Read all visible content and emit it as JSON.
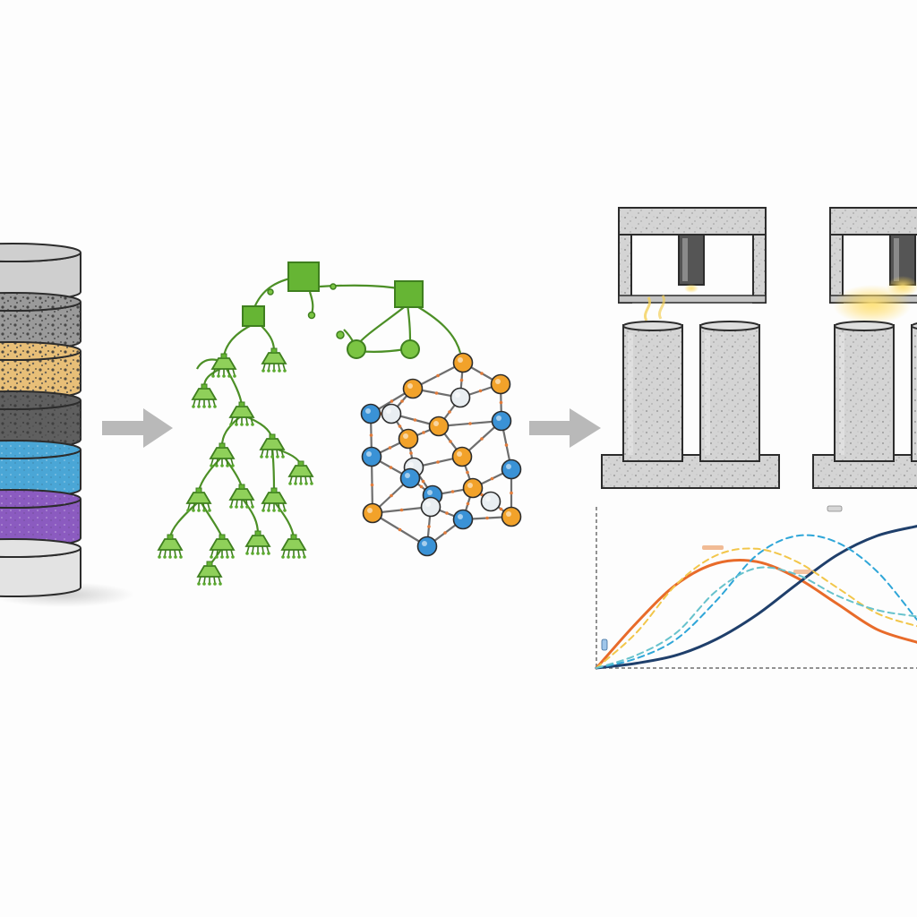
{
  "colors": {
    "background": "#fdfdfd",
    "arrow": "#b9b9b9",
    "outline": "#2c2c2c",
    "tree_green": "#5aa92e",
    "tree_green_dark": "#3f7f1f",
    "node_orange": "#f2a22a",
    "node_blue": "#3a92d6",
    "node_white": "#e9eef2",
    "concrete": "#d2d2d2",
    "glow": "#ffd64d",
    "curve_orange": "#e86b2a",
    "curve_navy": "#1f3f6b",
    "curve_cyan": "#2fa6d8",
    "curve_yellow": "#f2c64a",
    "curve_teal": "#67c2cc"
  },
  "layers": [
    {
      "name": "top-disc",
      "color": "#cfcfcf",
      "texture": "none"
    },
    {
      "name": "gravel-gray",
      "color": "#9a9a9a",
      "texture": "gravel"
    },
    {
      "name": "sand-tan",
      "color": "#e8bf78",
      "texture": "gravel"
    },
    {
      "name": "dark-gray",
      "color": "#5f5f5f",
      "texture": "gravel"
    },
    {
      "name": "blue",
      "color": "#4aa6d6",
      "texture": "speckle"
    },
    {
      "name": "purple",
      "color": "#8b5bc0",
      "texture": "speckle"
    },
    {
      "name": "light-gray",
      "color": "#e3e3e3",
      "texture": "none"
    }
  ],
  "network": {
    "node_kinds": [
      "orange",
      "blue",
      "white"
    ]
  },
  "press_stations": [
    {
      "name": "station-left",
      "glow": false
    },
    {
      "name": "station-right",
      "glow": true
    }
  ],
  "chart_data": {
    "type": "line",
    "title": "",
    "xlabel": "",
    "ylabel": "",
    "series": [
      {
        "style": "solid",
        "color": "#e86b2a",
        "points": [
          [
            0,
            0
          ],
          [
            1,
            0.28
          ],
          [
            2,
            0.52
          ],
          [
            3,
            0.65
          ],
          [
            4,
            0.66
          ],
          [
            5,
            0.56
          ],
          [
            6,
            0.4
          ],
          [
            7,
            0.24
          ],
          [
            8,
            0.16
          ]
        ]
      },
      {
        "style": "solid",
        "color": "#1f3f6b",
        "points": [
          [
            0,
            0
          ],
          [
            1,
            0.03
          ],
          [
            2,
            0.08
          ],
          [
            3,
            0.18
          ],
          [
            4,
            0.33
          ],
          [
            5,
            0.52
          ],
          [
            6,
            0.7
          ],
          [
            7,
            0.82
          ],
          [
            8,
            0.88
          ]
        ]
      },
      {
        "style": "dashed",
        "color": "#2fa6d8",
        "points": [
          [
            0,
            0
          ],
          [
            1,
            0.06
          ],
          [
            2,
            0.18
          ],
          [
            3,
            0.42
          ],
          [
            4,
            0.7
          ],
          [
            5,
            0.82
          ],
          [
            6,
            0.78
          ],
          [
            7,
            0.6
          ],
          [
            8,
            0.3
          ]
        ]
      },
      {
        "style": "dashed",
        "color": "#f2c64a",
        "points": [
          [
            0,
            0
          ],
          [
            1,
            0.22
          ],
          [
            2,
            0.52
          ],
          [
            3,
            0.7
          ],
          [
            4,
            0.74
          ],
          [
            5,
            0.66
          ],
          [
            6,
            0.5
          ],
          [
            7,
            0.34
          ],
          [
            8,
            0.26
          ]
        ]
      },
      {
        "style": "dashed",
        "color": "#67c2cc",
        "points": [
          [
            0,
            0
          ],
          [
            1,
            0.08
          ],
          [
            2,
            0.22
          ],
          [
            3,
            0.48
          ],
          [
            4,
            0.62
          ],
          [
            5,
            0.58
          ],
          [
            6,
            0.45
          ],
          [
            7,
            0.36
          ],
          [
            8,
            0.32
          ]
        ]
      }
    ]
  }
}
